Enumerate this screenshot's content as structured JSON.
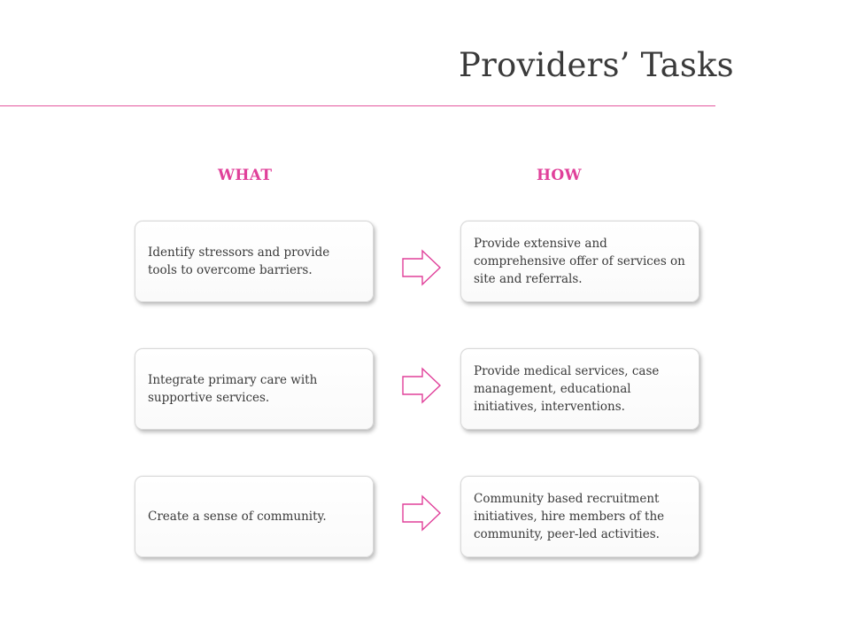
{
  "title": "Providers’ Tasks",
  "columns": {
    "what": "WHAT",
    "how": "HOW"
  },
  "rows": [
    {
      "what": "Identify stressors and provide tools to overcome barriers.",
      "how": "Provide extensive and comprehensive offer of services on site and referrals."
    },
    {
      "what": "Integrate primary care with supportive services.",
      "how": "Provide medical services, case management, educational initiatives, interventions."
    },
    {
      "what": "Create a sense of community.",
      "how": "Community based recruitment initiatives, hire members of the community, peer-led activities."
    }
  ],
  "colors": {
    "accent": "#e0409a",
    "rule": "#e4579f",
    "text": "#3a3a3a"
  }
}
